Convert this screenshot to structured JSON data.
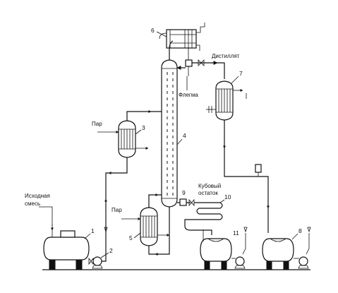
{
  "labels": {
    "feed_mixture_line1": "Исходная",
    "feed_mixture_line2": "смесь",
    "steam_upper": "Пар",
    "steam_lower": "Пар",
    "distillate": "Дистиллят",
    "reflux": "Флегма",
    "bottoms_line1": "Кубовый",
    "bottoms_line2": "остаток"
  },
  "numbers": {
    "n1": "1",
    "n2": "2",
    "n3": "3",
    "n4": "4",
    "n5": "5",
    "n6": "6",
    "n7": "7",
    "n8": "8",
    "n9": "9",
    "n10": "10",
    "n11": "11"
  }
}
